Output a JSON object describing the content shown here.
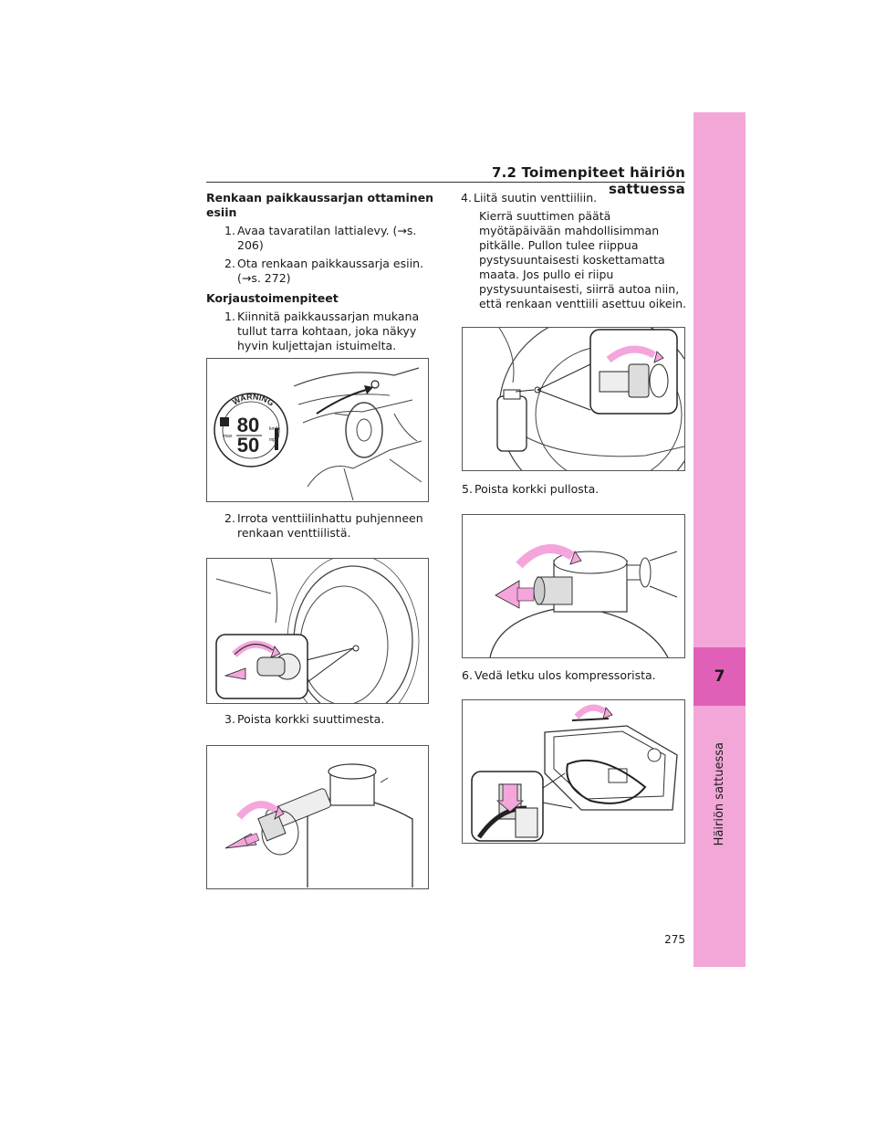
{
  "header": {
    "section_title": "7.2  Toimenpiteet häiriön sattuessa"
  },
  "side_tab": {
    "chapter_number": "7",
    "chapter_label": "Häiriön sattuessa"
  },
  "left": {
    "heading1": "Renkaan paikkaussarjan ottaminen esiin",
    "steps1": [
      {
        "n": "1.",
        "text": "Avaa tavaratilan lattialevy. (→s. 206)"
      },
      {
        "n": "2.",
        "text": "Ota renkaan paikkaussarja esiin. (→s. 272)"
      }
    ],
    "heading2": "Korjaustoimenpiteet",
    "step_k1": {
      "n": "1.",
      "text": "Kiinnitä paikkaussarjan mukana tullut tarra kohtaan, joka näkyy hyvin kuljettajan istuimelta."
    },
    "step_k2": {
      "n": "2.",
      "text": "Irrota venttiilinhattu puhjenneen renkaan venttiilistä."
    },
    "step_k3": {
      "n": "3.",
      "text": "Poista korkki suuttimesta."
    }
  },
  "right": {
    "step4": {
      "n": "4.",
      "text": "Liitä suutin venttiiliin."
    },
    "step4_note": "Kierrä suuttimen päätä myötäpäivään mahdollisimman pitkälle. Pullon tulee riippua pystysuuntaisesti koskettamatta maata. Jos pullo ei riipu pystysuuntaisesti, siirrä autoa niin, että renkaan venttiili asettuu oikein.",
    "step5": {
      "n": "5.",
      "text": "Poista korkki pullosta."
    },
    "step6": {
      "n": "6.",
      "text": "Vedä letku ulos kompressorista."
    }
  },
  "sticker": {
    "warning_word": "WARNING",
    "speed_top": "80",
    "speed_bottom": "50",
    "unit_kmh": "km/h",
    "unit_mph": "mph",
    "max_label": "max"
  },
  "colors": {
    "tab_light": "#f2a7d8",
    "tab_dark": "#e060b8",
    "arrow_pink": "#f4a6dc"
  },
  "footer": {
    "page_number": "275"
  }
}
